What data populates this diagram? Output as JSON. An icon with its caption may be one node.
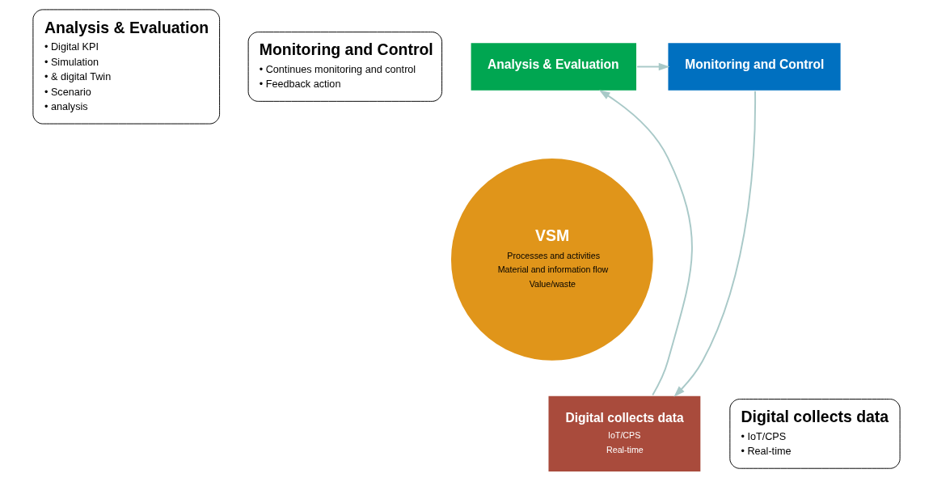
{
  "diagram": {
    "nodes": [
      {
        "text": [
          "Analysis & Evaluation",
          "• Digital KPI",
          "• Simulation",
          "• & digital Twin",
          "• Scenario",
          "• analysis"
        ]
      },
      {
        "text": [
          "Monitoring and Control",
          "• Continues monitoring and control",
          "• Feedback action"
        ]
      },
      {
        "text": [
          "Analysis & Evaluation"
        ]
      },
      {
        "text": [
          "Monitoring and Control"
        ]
      },
      {
        "text": [
          "VSM",
          "Processes and activities",
          "Material and information flow",
          "Value/waste"
        ]
      },
      {
        "text": [
          "Digital collects data",
          "IoT/CPS",
          "Real-time"
        ]
      },
      {
        "text": [
          "Digital collects data",
          "• IoT/CPS",
          "• Real-time"
        ]
      }
    ],
    "edges": [
      {
        "from": 2,
        "to": 3,
        "arrow": "to"
      },
      {
        "from": 3,
        "to": 5,
        "arrow": "to"
      },
      {
        "from": 5,
        "to": 2,
        "arrow": "to"
      }
    ]
  }
}
